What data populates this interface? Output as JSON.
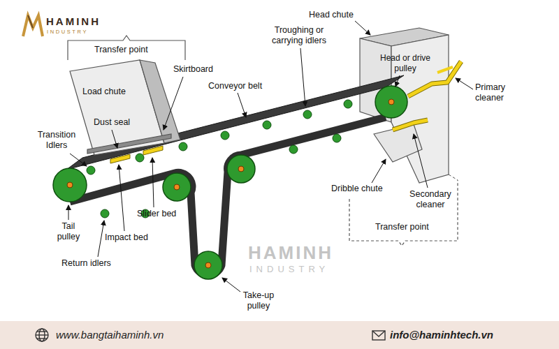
{
  "diagram": {
    "nodes": [
      {
        "text": [
          "www.bangtaihaminh.vn",
          "info@haminhtech.vn"
        ]
      }
    ],
    "labels": [
      "HAMINH",
      "INDUSTRY",
      "Transfer point",
      "Load chute",
      "Skirtboard",
      "Dust seal",
      "Transition Idlers",
      "Conveyor belt",
      "Troughing or carrying idlers",
      "Head chute",
      "Head or drive pulley",
      "Primary cleaner",
      "Tail pulley",
      "Impact bed",
      "Slider bed",
      "Return idlers",
      "Take-up pulley",
      "Dribble chute",
      "Secondary cleaner",
      "Transfer point",
      "HAMINH",
      "INDUSTRY"
    ]
  }
}
